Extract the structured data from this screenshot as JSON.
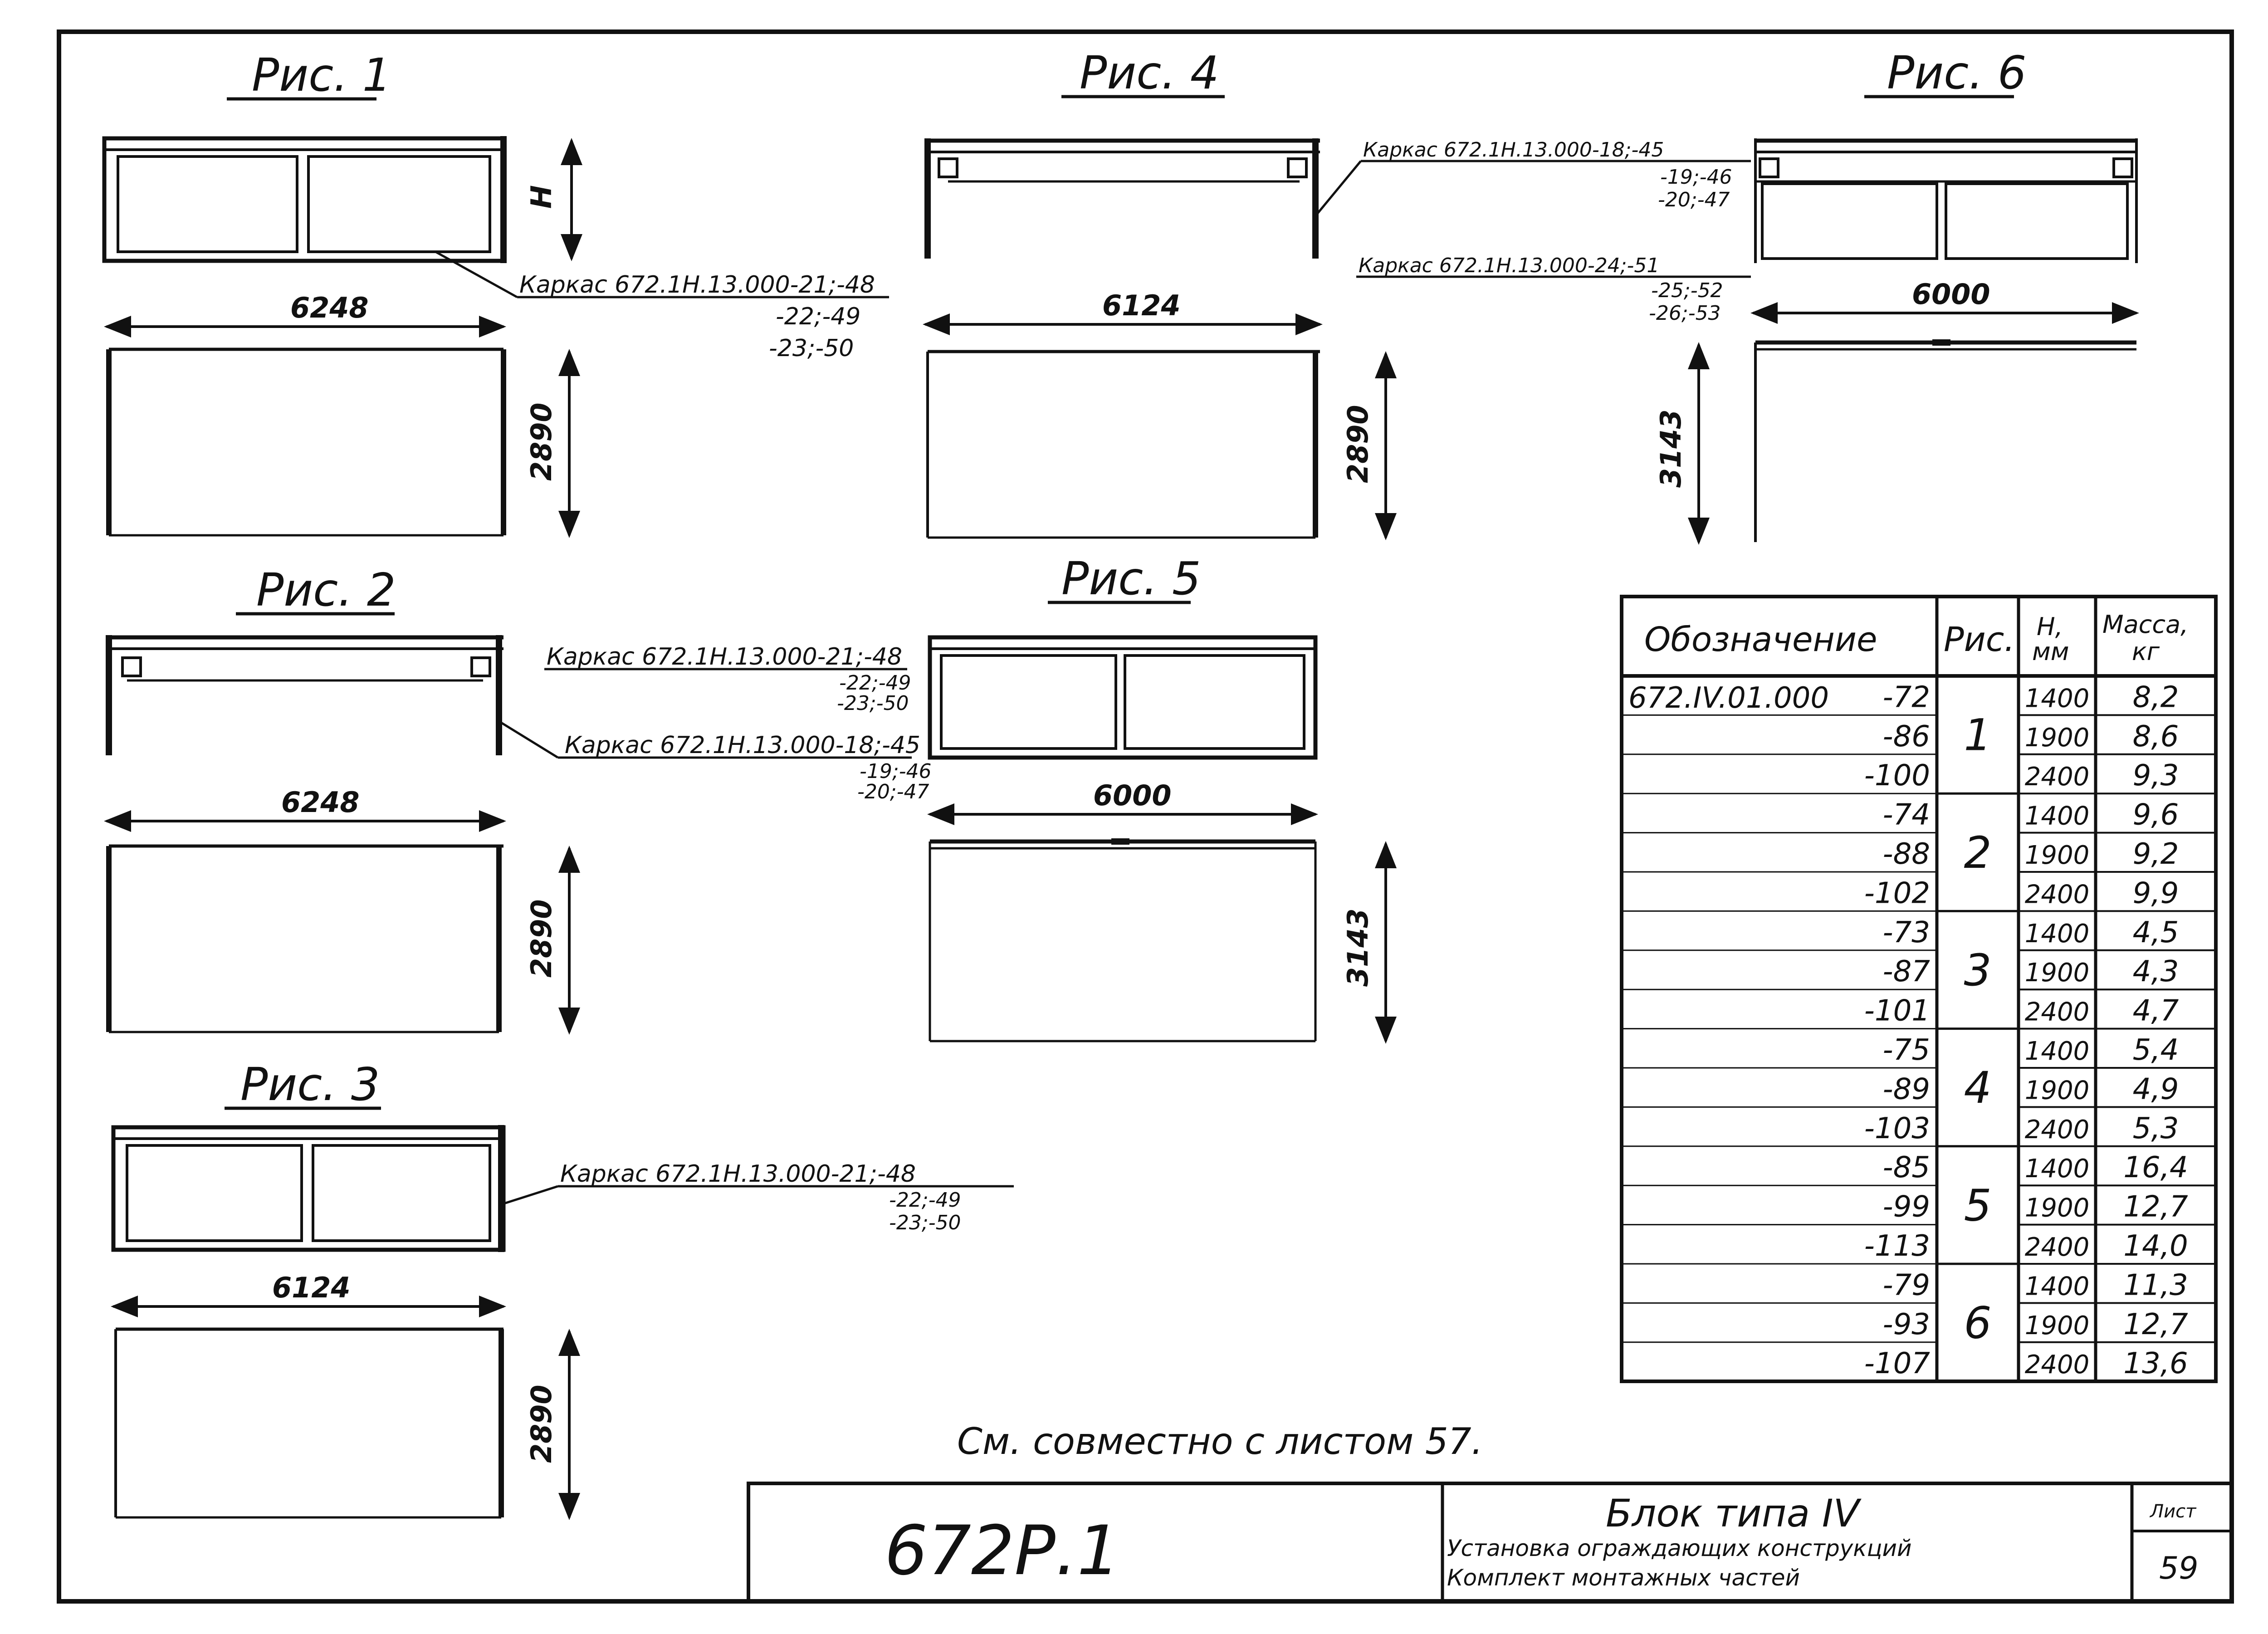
{
  "figures": {
    "fig1": {
      "title": "Рис. 1",
      "width": "6248",
      "height_mark": "Н",
      "height": "2890",
      "callout": {
        "label": "Каркас 672.1Н.13.000-21;-48",
        "lines": [
          "-22;-49",
          "-23;-50"
        ]
      }
    },
    "fig2": {
      "title": "Рис. 2",
      "width": "6248",
      "height": "2890",
      "callout_top": {
        "label": "Каркас 672.1Н.13.000-21;-48",
        "lines": [
          "-22;-49",
          "-23;-50"
        ]
      },
      "callout_bottom": {
        "label": "Каркас 672.1Н.13.000-18;-45",
        "lines": [
          "-19;-46",
          "-20;-47"
        ]
      }
    },
    "fig3": {
      "title": "Рис. 3",
      "width": "6124",
      "height": "2890",
      "callout": {
        "label": "Каркас 672.1Н.13.000-21;-48",
        "lines": [
          "-22;-49",
          "-23;-50"
        ]
      }
    },
    "fig4": {
      "title": "Рис. 4",
      "width": "6124",
      "height": "2890",
      "callout": {
        "label": "Каркас 672.1Н.13.000-18;-45",
        "lines": [
          "-19;-46",
          "-20;-47"
        ]
      }
    },
    "fig5": {
      "title": "Рис. 5",
      "width": "6000",
      "height": "3143"
    },
    "fig6": {
      "title": "Рис. 6",
      "width": "6000",
      "height": "3143",
      "callout": {
        "label": "Каркас 672.1Н.13.000-24;-51",
        "lines": [
          "-25;-52",
          "-26;-53"
        ]
      }
    }
  },
  "table": {
    "headers": {
      "designation": "Обозначение",
      "figure": "Рис.",
      "height": "Н,",
      "height_unit": "мм",
      "mass": "Масса,",
      "mass_unit": "кг"
    },
    "prefix": "672.IV.01.000",
    "rows": [
      {
        "code": "-72",
        "fig": "1",
        "h": "1400",
        "mass": "8,2"
      },
      {
        "code": "-86",
        "fig": "1",
        "h": "1900",
        "mass": "8,6"
      },
      {
        "code": "-100",
        "fig": "1",
        "h": "2400",
        "mass": "9,3"
      },
      {
        "code": "-74",
        "fig": "2",
        "h": "1400",
        "mass": "9,6"
      },
      {
        "code": "-88",
        "fig": "2",
        "h": "1900",
        "mass": "9,2"
      },
      {
        "code": "-102",
        "fig": "2",
        "h": "2400",
        "mass": "9,9"
      },
      {
        "code": "-73",
        "fig": "3",
        "h": "1400",
        "mass": "4,5"
      },
      {
        "code": "-87",
        "fig": "3",
        "h": "1900",
        "mass": "4,3"
      },
      {
        "code": "-101",
        "fig": "3",
        "h": "2400",
        "mass": "4,7"
      },
      {
        "code": "-75",
        "fig": "4",
        "h": "1400",
        "mass": "5,4"
      },
      {
        "code": "-89",
        "fig": "4",
        "h": "1900",
        "mass": "4,9"
      },
      {
        "code": "-103",
        "fig": "4",
        "h": "2400",
        "mass": "5,3"
      },
      {
        "code": "-85",
        "fig": "5",
        "h": "1400",
        "mass": "16,4"
      },
      {
        "code": "-99",
        "fig": "5",
        "h": "1900",
        "mass": "12,7"
      },
      {
        "code": "-113",
        "fig": "5",
        "h": "2400",
        "mass": "14,0"
      },
      {
        "code": "-79",
        "fig": "6",
        "h": "1400",
        "mass": "11,3"
      },
      {
        "code": "-93",
        "fig": "6",
        "h": "1900",
        "mass": "12,7"
      },
      {
        "code": "-107",
        "fig": "6",
        "h": "2400",
        "mass": "13,6"
      }
    ]
  },
  "remark": "См. совместно с листом 57.",
  "stamp": {
    "code": "672Р.1",
    "title": "Блок типа IV",
    "line1": "Установка ограждающих конструкций",
    "line2": "Комплект монтажных частей",
    "sheet_label": "Лист",
    "sheet_no": "59"
  }
}
